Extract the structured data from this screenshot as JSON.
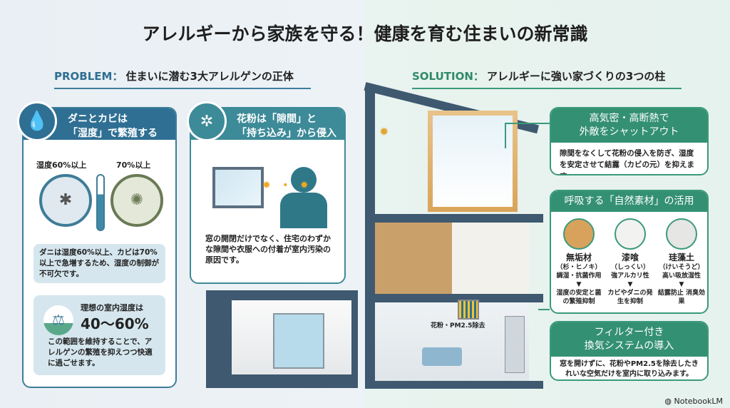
{
  "title": "アレルギーから家族を守る！健康を育む住まいの新常識",
  "problem": {
    "key": "PROBLEM：",
    "heading": "住まいに潜む3大アレルゲンの正体",
    "card1": {
      "icon": "water-drop-icon",
      "title1": "ダニとカビは",
      "title2": "「湿度」で繁殖する",
      "label_mite": "湿度60%以上",
      "label_mold": "70%以上",
      "note": "ダニは湿度60%以上、カビは70%以上で急増するため、湿度の制御が不可欠です。",
      "ideal_label": "理想の室内湿度は",
      "ideal_value": "40〜60%",
      "ideal_note": "この範囲を維持することで、アレルゲンの繁殖を抑えつつ快適に過ごせます。",
      "ideal_icon": "balance-scale-icon"
    },
    "card2": {
      "icon": "window-pollen-icon",
      "title1": "花粉は「隙間」と",
      "title2": "「持ち込み」から侵入",
      "note": "窓の開閉だけでなく、住宅のわずかな隙間や衣服への付着が室内汚染の原因です。"
    }
  },
  "solution": {
    "key": "SOLUTION：",
    "heading": "アレルギーに強い家づくりの3つの柱",
    "filter_label": "花粉・PM2.5除去",
    "pillar1": {
      "title1": "高気密・高断熱で",
      "title2": "外敵をシャットアウト",
      "body": "隙間をなくして花粉の侵入を防ぎ、湿度を安定させて結露（カビの元）を抑えます。"
    },
    "pillar2": {
      "title": "呼吸する「自然素材」の活用",
      "materials": [
        {
          "name": "無垢材",
          "reading": "（杉・ヒノキ）",
          "feature": "調湿・抗菌作用",
          "effect": "湿度の安定と菌の繁殖抑制",
          "color": "#d9a25c"
        },
        {
          "name": "漆喰",
          "reading": "（しっくい）",
          "feature": "強アルカリ性",
          "effect": "カビやダニの発生を抑制",
          "color": "#f2f2f0"
        },
        {
          "name": "珪藻土",
          "reading": "（けいそうど）",
          "feature": "高い吸放湿性",
          "effect": "結露防止 消臭効果",
          "color": "#e6e6e4"
        }
      ],
      "arrow": "▼"
    },
    "pillar3": {
      "title1": "フィルター付き",
      "title2": "換気システムの導入",
      "body": "窓を開けずに、花粉やPM2.5を除去したきれいな空気だけを室内に取り込みます。"
    }
  },
  "brand": "NotebookLM",
  "colors": {
    "problem": "#2f6f93",
    "solution": "#349073"
  }
}
